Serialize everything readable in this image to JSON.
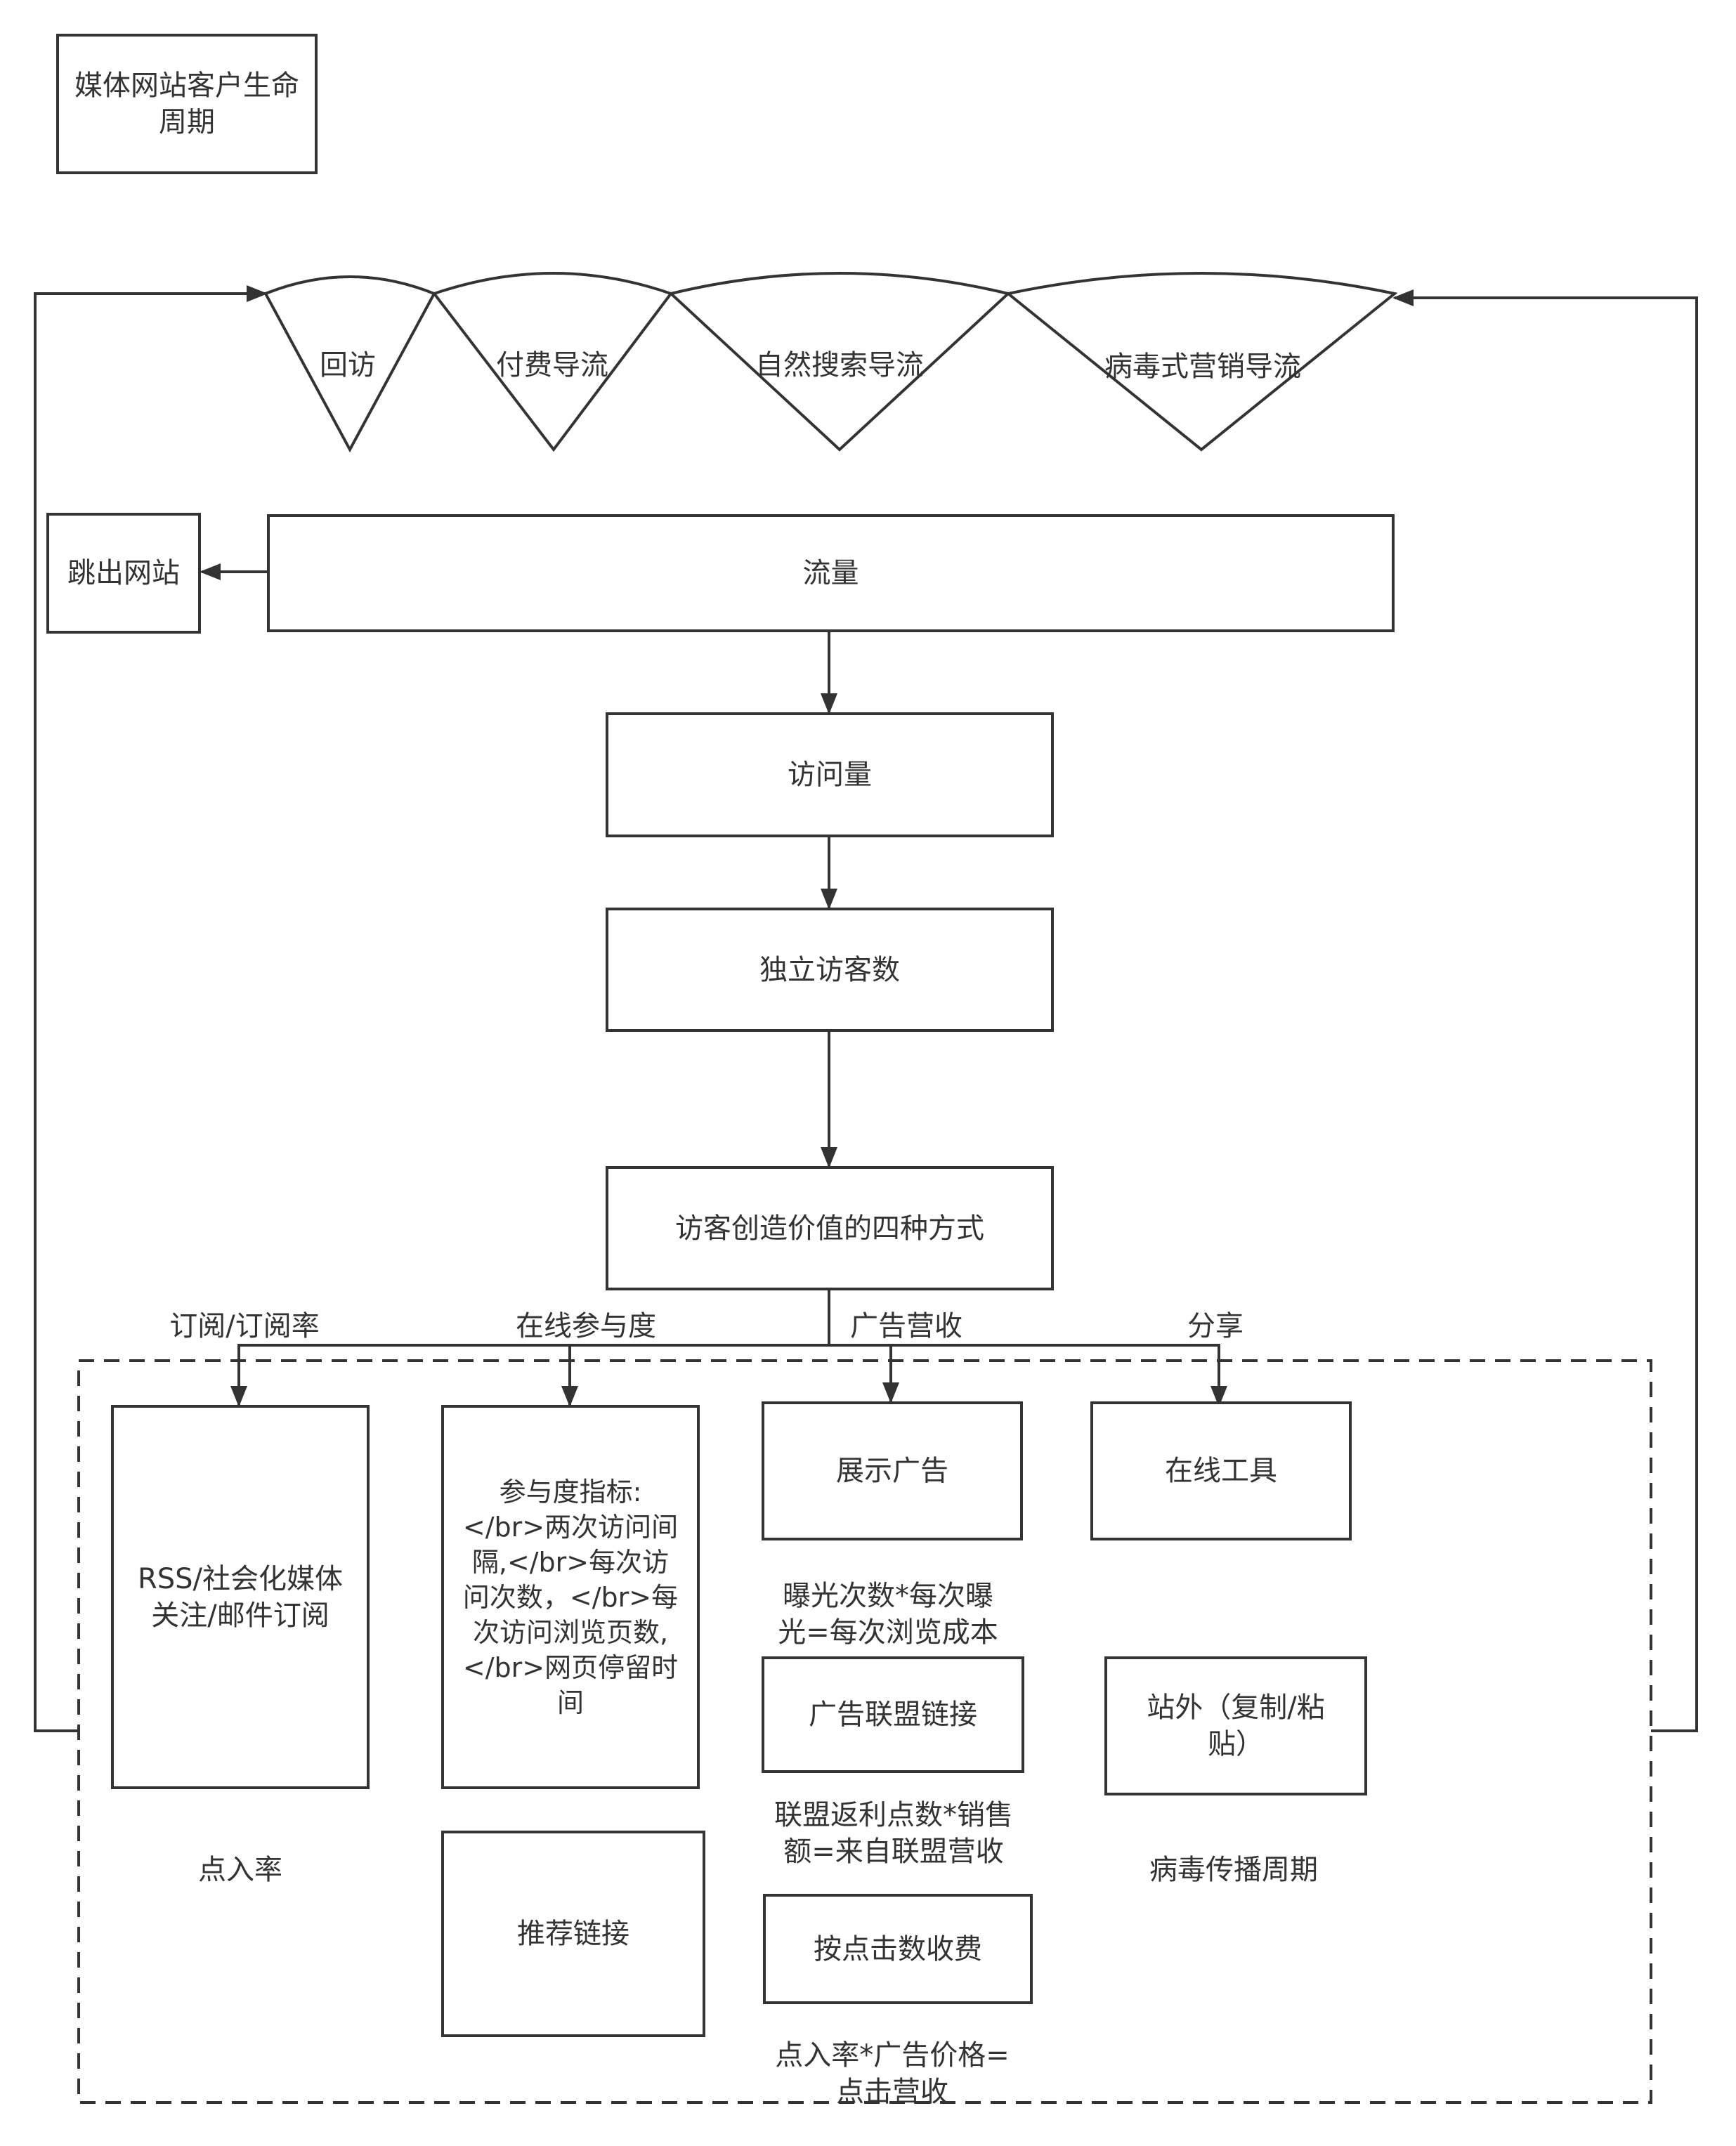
{
  "title": "媒体网站客户生命\n周期",
  "sources": [
    "回访",
    "付费导流",
    "自然搜索导流",
    "病毒式营销导流"
  ],
  "nodes": {
    "bounce": "跳出网站",
    "traffic": "流量",
    "visits": "访问量",
    "unique_visitors": "独立访客数",
    "value_methods": "访客创造价值的四种方式"
  },
  "branches": {
    "subscribe": "订阅/订阅率",
    "engagement": "在线参与度",
    "ad_revenue": "广告营收",
    "share": "分享"
  },
  "boxes": {
    "rss": "RSS/社会化媒体\n关注/邮件订阅",
    "engagement_metrics": "参与度指标:\n</br>两次访问间\n隔,</br>每次访\n问次数，</br>每\n次访问浏览页数,\n</br>网页停留时\n间",
    "recommend_links": "推荐链接",
    "display_ads": "展示广告",
    "affiliate_links": "广告联盟链接",
    "pay_per_click": "按点击数收费",
    "online_tools": "在线工具",
    "offsite": "站外（复制/粘\n贴）"
  },
  "notes": {
    "ctr": "点入率",
    "impressions": "曝光次数*每次曝\n光=每次浏览成本",
    "affiliate_formula": "联盟返利点数*销售\n额=来自联盟营收",
    "click_formula": "点入率*广告价格=\n点击营收",
    "viral_cycle": "病毒传播周期"
  }
}
